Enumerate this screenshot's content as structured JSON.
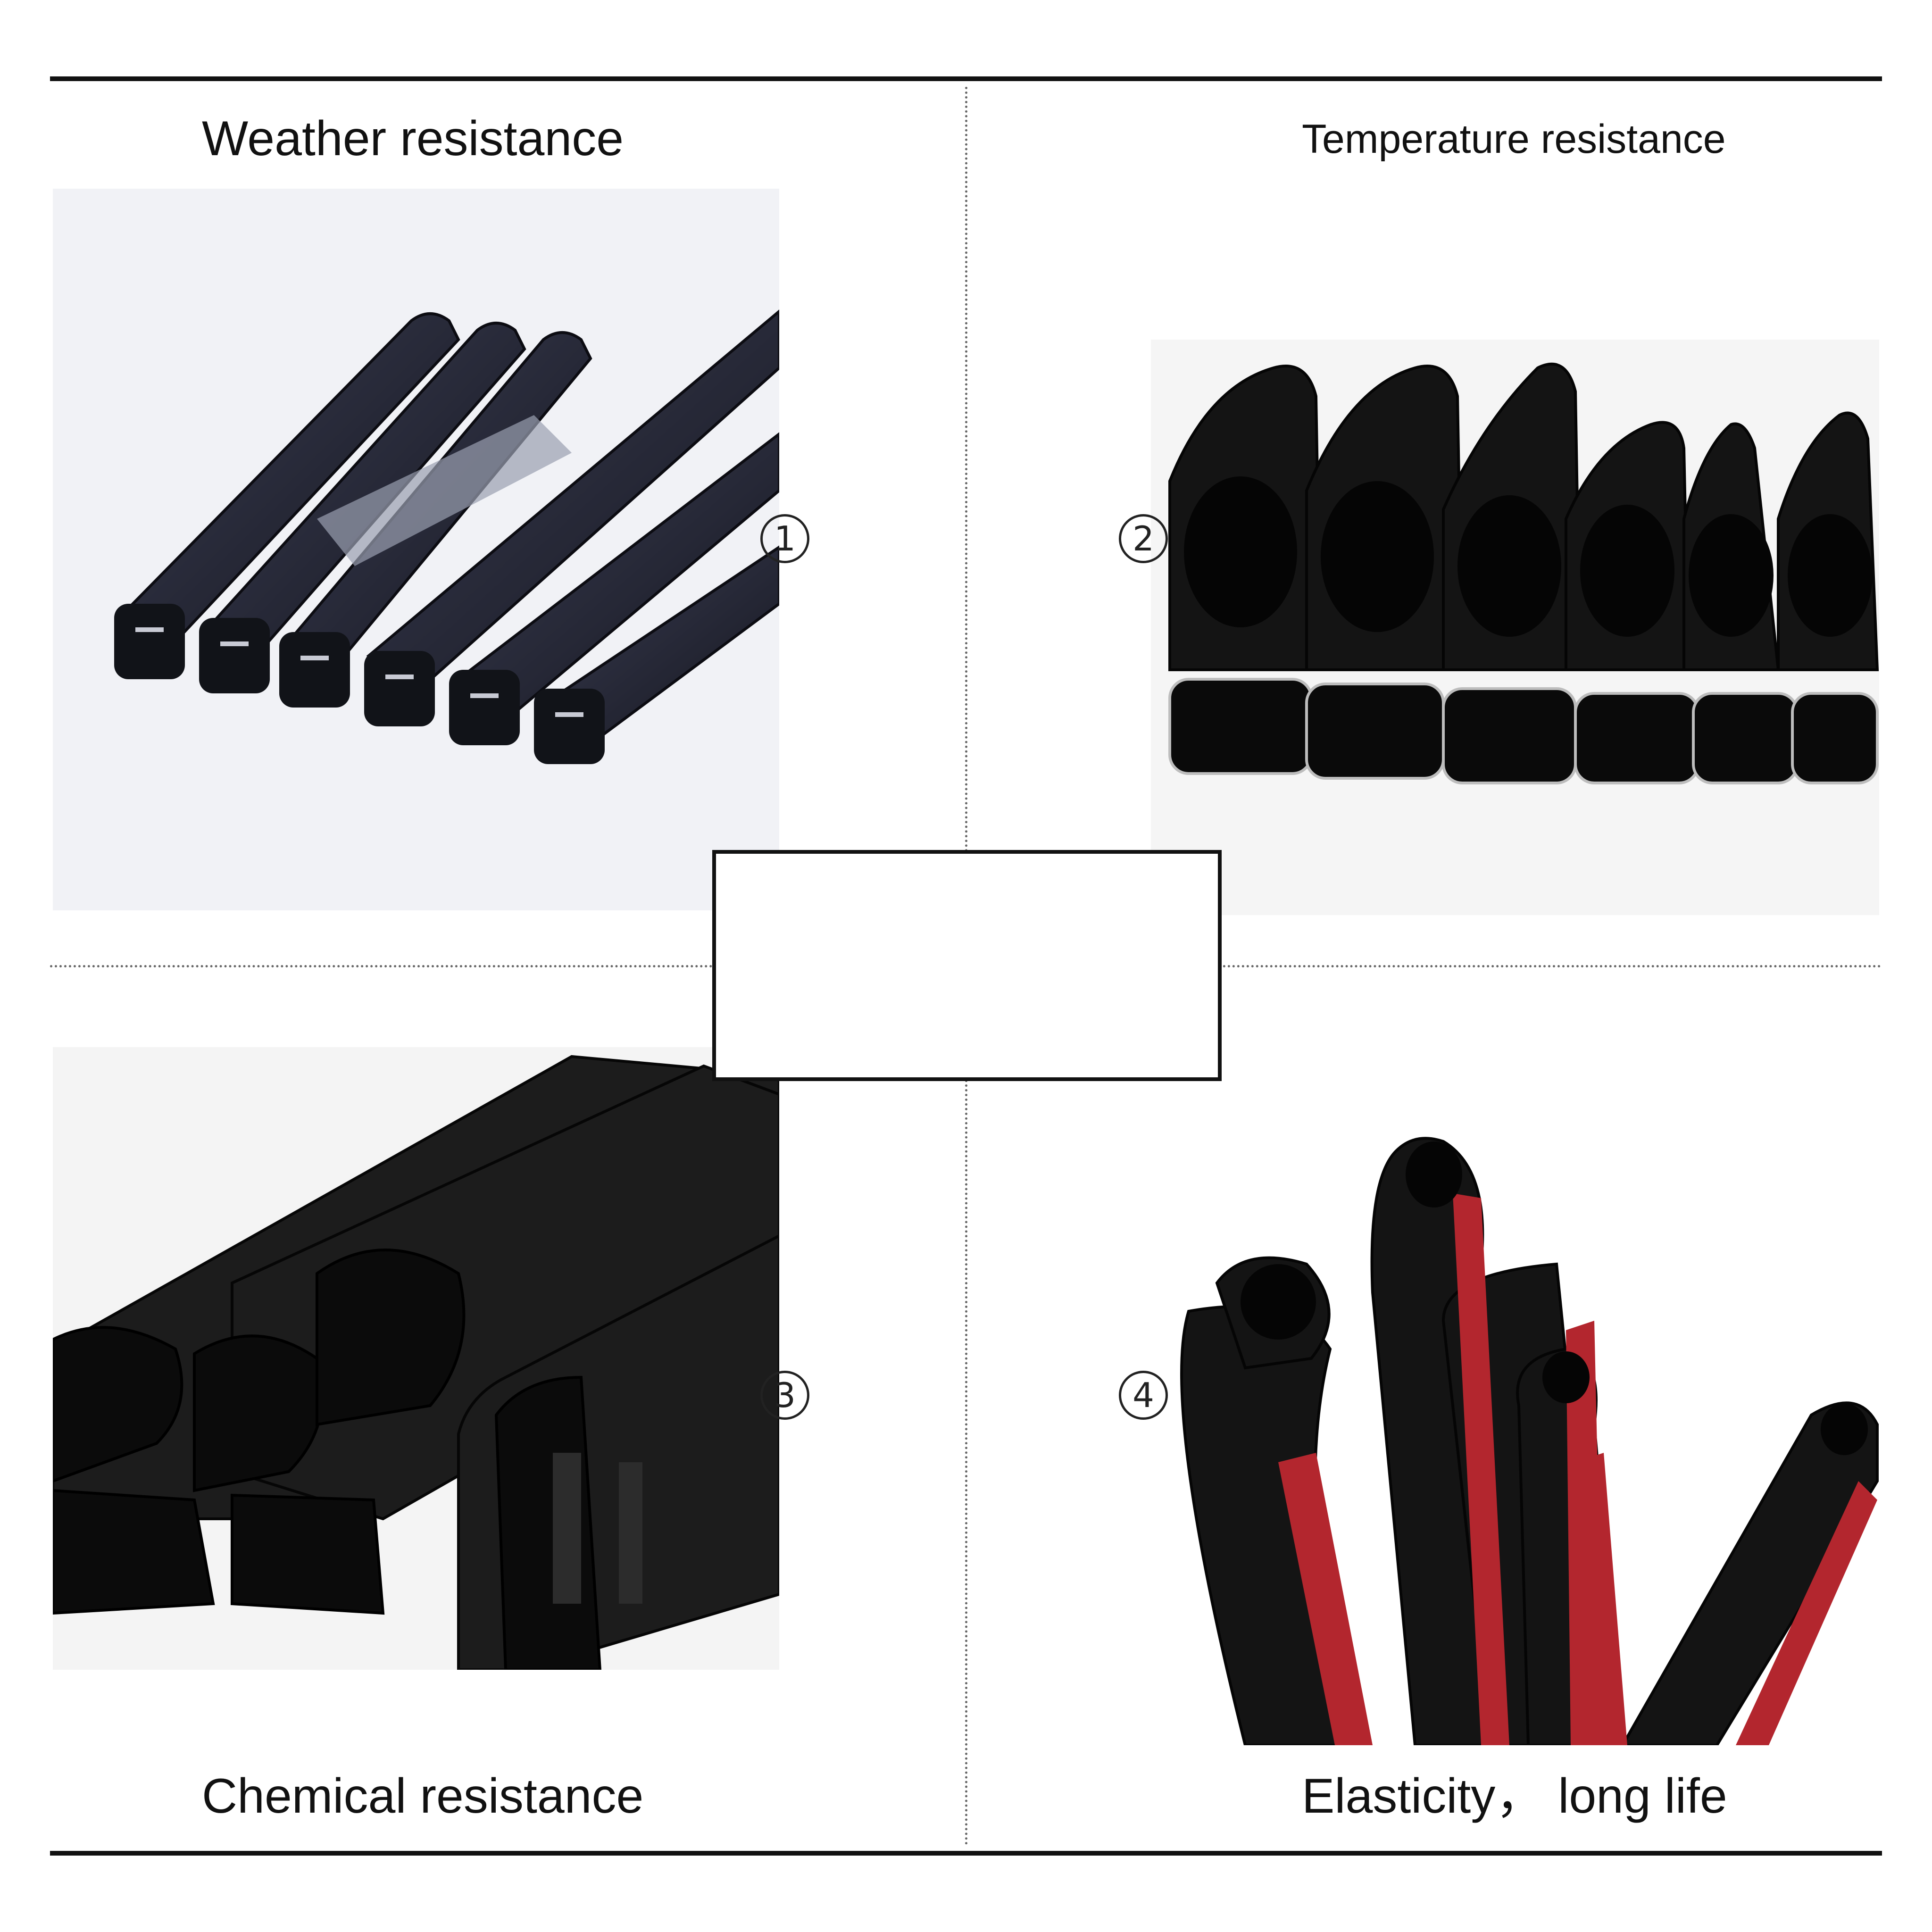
{
  "sections": [
    {
      "label": "Weather resistance",
      "marker": "1",
      "photo_icon": "u-channel-edge-trim-image"
    },
    {
      "label": "Temperature resistance",
      "marker": "2",
      "photo_icon": "bulb-seal-trim-image"
    },
    {
      "label": "Chemical resistance",
      "marker": "3",
      "photo_icon": "rubber-profile-seals-image"
    },
    {
      "label": "Elasticity， long life",
      "marker": "4",
      "photo_icon": "adhesive-backed-seals-image"
    }
  ],
  "colors": {
    "rule": "#111111",
    "rubber": "#1b1b1b",
    "rubber_blue": "#2a2c3a",
    "adhesive_red": "#b3262e",
    "dotted_divider": "#666666"
  }
}
